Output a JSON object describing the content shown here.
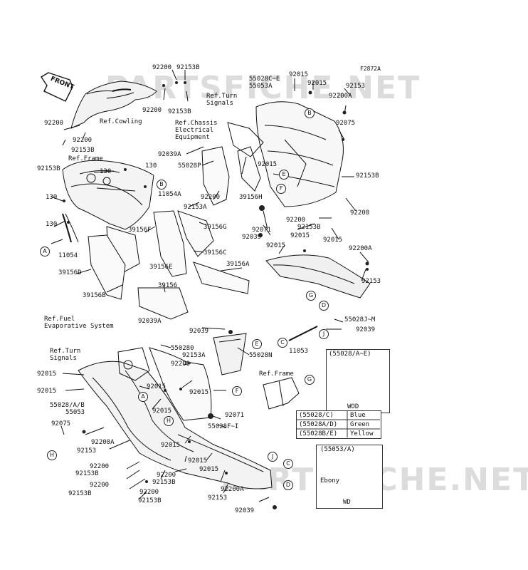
{
  "figure_code": "F2872A",
  "watermark": "PARTSFICHE.NET",
  "front_label": "FRONT",
  "legend_wod": {
    "title": "(55028/A~E)",
    "caption": "WOD"
  },
  "color_table": [
    {
      "code": "(55028/C)",
      "color": "Blue"
    },
    {
      "code": "(55028A/D)",
      "color": "Green"
    },
    {
      "code": "(55028B/E)",
      "color": "Yellow"
    }
  ],
  "legend_wd": {
    "title": "(55053/A)",
    "color": "Ebony",
    "caption": "WD"
  },
  "refs": {
    "cowling": "Ref.Cowling",
    "frame_top": "Ref.Frame",
    "turn_signals_top": "Ref.Turn Signals",
    "chassis": "Ref.Chassis Electrical Equipment",
    "fuel": "Ref.Fuel Evaporative System",
    "turn_signals_bottom": "Ref.Turn Signals",
    "frame_bottom": "Ref.Frame"
  },
  "labels": {
    "l1": "92200",
    "l2": "92153B",
    "l3": "92200",
    "l4": "92153B",
    "l5": "92200",
    "l6": "92200",
    "l7": "92153B",
    "l8": "92153B",
    "l9": "55028C~E",
    "l10": "55053A",
    "l11": "92015",
    "l12": "92015",
    "l13": "92153",
    "l14": "92200A",
    "l15": "92075",
    "l16": "92039A",
    "l17": "55028P",
    "l18": "92015",
    "l19": "39156H",
    "l20": "92153B",
    "l21": "92200",
    "l22": "130",
    "l23": "130",
    "l24": "11054A",
    "l25": "92200",
    "l26": "92153A",
    "l27": "130",
    "l28": "130",
    "l29": "39156F",
    "l30": "39156G",
    "l31": "92200",
    "l32": "92071",
    "l33": "92153B",
    "l34": "92039",
    "l35": "92015",
    "l36": "92015",
    "l37": "92015",
    "l38": "11054",
    "l39": "39156E",
    "l40": "39156C",
    "l41": "39156D",
    "l42": "39156A",
    "l43": "92200A",
    "l44": "92153",
    "l45": "39156B",
    "l46": "39156",
    "l47": "55028J~M",
    "l48": "92039",
    "l49": "92039A",
    "l50": "92039",
    "l51": "11053",
    "l52": "550280",
    "l53": "92153A",
    "l54": "55028N",
    "l55": "92200",
    "l56": "92015",
    "l57": "92015",
    "l58": "92015",
    "l59": "92015",
    "l60": "55028/A/B",
    "l61": "55053",
    "l62": "92015",
    "l63": "92071",
    "l64": "92075",
    "l65": "92200A",
    "l66": "92153",
    "l67": "55028F~I",
    "l68": "92015",
    "l69": "92015",
    "l70": "92200",
    "l71": "92015",
    "l72": "92153B",
    "l73": "92200",
    "l74": "92153B",
    "l75": "92200",
    "l76": "92153B",
    "l77": "92200",
    "l78": "92153B",
    "l79": "92200A",
    "l80": "92153",
    "l81": "92039"
  },
  "callouts": [
    "A",
    "B",
    "C",
    "D",
    "E",
    "F",
    "G",
    "H",
    "J"
  ]
}
